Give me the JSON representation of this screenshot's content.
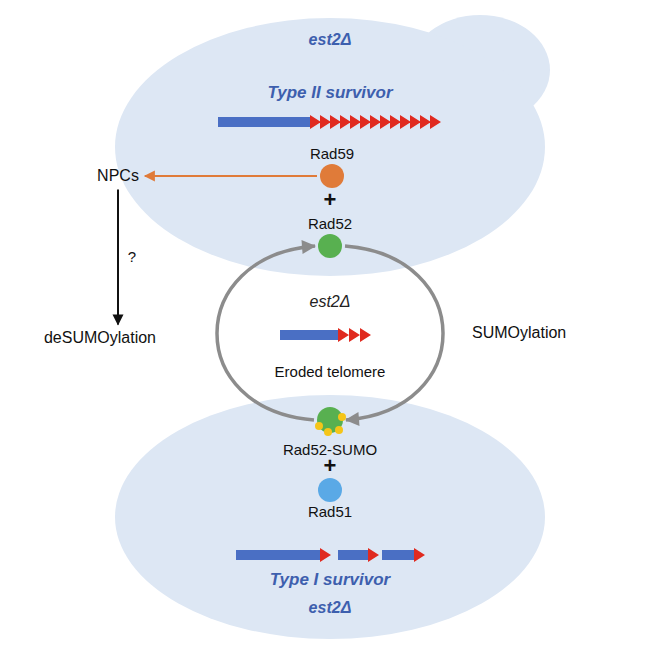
{
  "diagram": {
    "nodes": [
      {
        "text": [
          "est2Δ",
          "Type II survivor"
        ]
      },
      {
        "text": [
          "Rad59"
        ],
        "in": 0
      },
      {
        "text": [
          "Rad52"
        ],
        "in": 0
      },
      {
        "text": [
          "NPCs"
        ]
      },
      {
        "text": [
          "deSUMOylation"
        ]
      },
      {
        "text": [
          "Type I survivor",
          "est2Δ"
        ]
      },
      {
        "text": [
          "Rad52-SUMO"
        ],
        "in": 5
      },
      {
        "text": [
          "Rad51"
        ],
        "in": 5
      }
    ],
    "edges": [
      {
        "from": 1,
        "to": 3,
        "arrow": "to"
      },
      {
        "from": 3,
        "to": 4,
        "arrow": "to",
        "label": "?"
      },
      {
        "from": 2,
        "to": 6,
        "arrow": "to",
        "label": "SUMOylation"
      },
      {
        "from": 6,
        "to": 2,
        "arrow": "to"
      }
    ],
    "labels": [
      "+",
      "est2Δ",
      "Eroded telomere",
      "+"
    ]
  }
}
